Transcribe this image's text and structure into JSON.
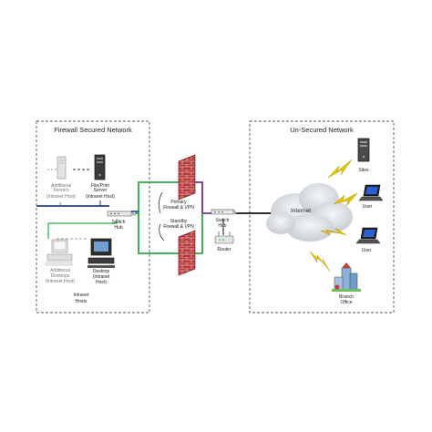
{
  "zones": {
    "secured_title": "Firewall Secured Network",
    "unsecured_title": "Un-Secured Network"
  },
  "secured": {
    "additional_servers": [
      "Additional",
      "Servers",
      "(Intranet Host)"
    ],
    "file_print_server": [
      "File/Print",
      "Server",
      "(Intranet Host)"
    ],
    "switch_hub": [
      "Switch",
      "Hub"
    ],
    "additional_desktops": [
      "Additional",
      "Desktops",
      "(Intranet Host)"
    ],
    "desktop": [
      "Desktop",
      "(Intranet",
      "Host)"
    ],
    "intranet_hosts": [
      "Intranet",
      "Hosts"
    ]
  },
  "firewalls": {
    "primary": [
      "Primary",
      "Firewall & VPN"
    ],
    "standby": [
      "Standby",
      "Firewall & VPN"
    ]
  },
  "edge": {
    "switch_hub": [
      "Switch",
      "Hub"
    ],
    "router": "Router"
  },
  "unsecured": {
    "internet": "Internet",
    "sites": "Sites",
    "user1": "User",
    "user2": "User",
    "office": [
      "Branch",
      "Office"
    ]
  },
  "colors": {
    "secured_link": "#1f3f9a",
    "green_link": "#2aa84a",
    "purple_link": "#7b2c8f",
    "firewall_brick": "#b53a3a",
    "lightning": "#e5c300",
    "zone_border": "#555555"
  }
}
